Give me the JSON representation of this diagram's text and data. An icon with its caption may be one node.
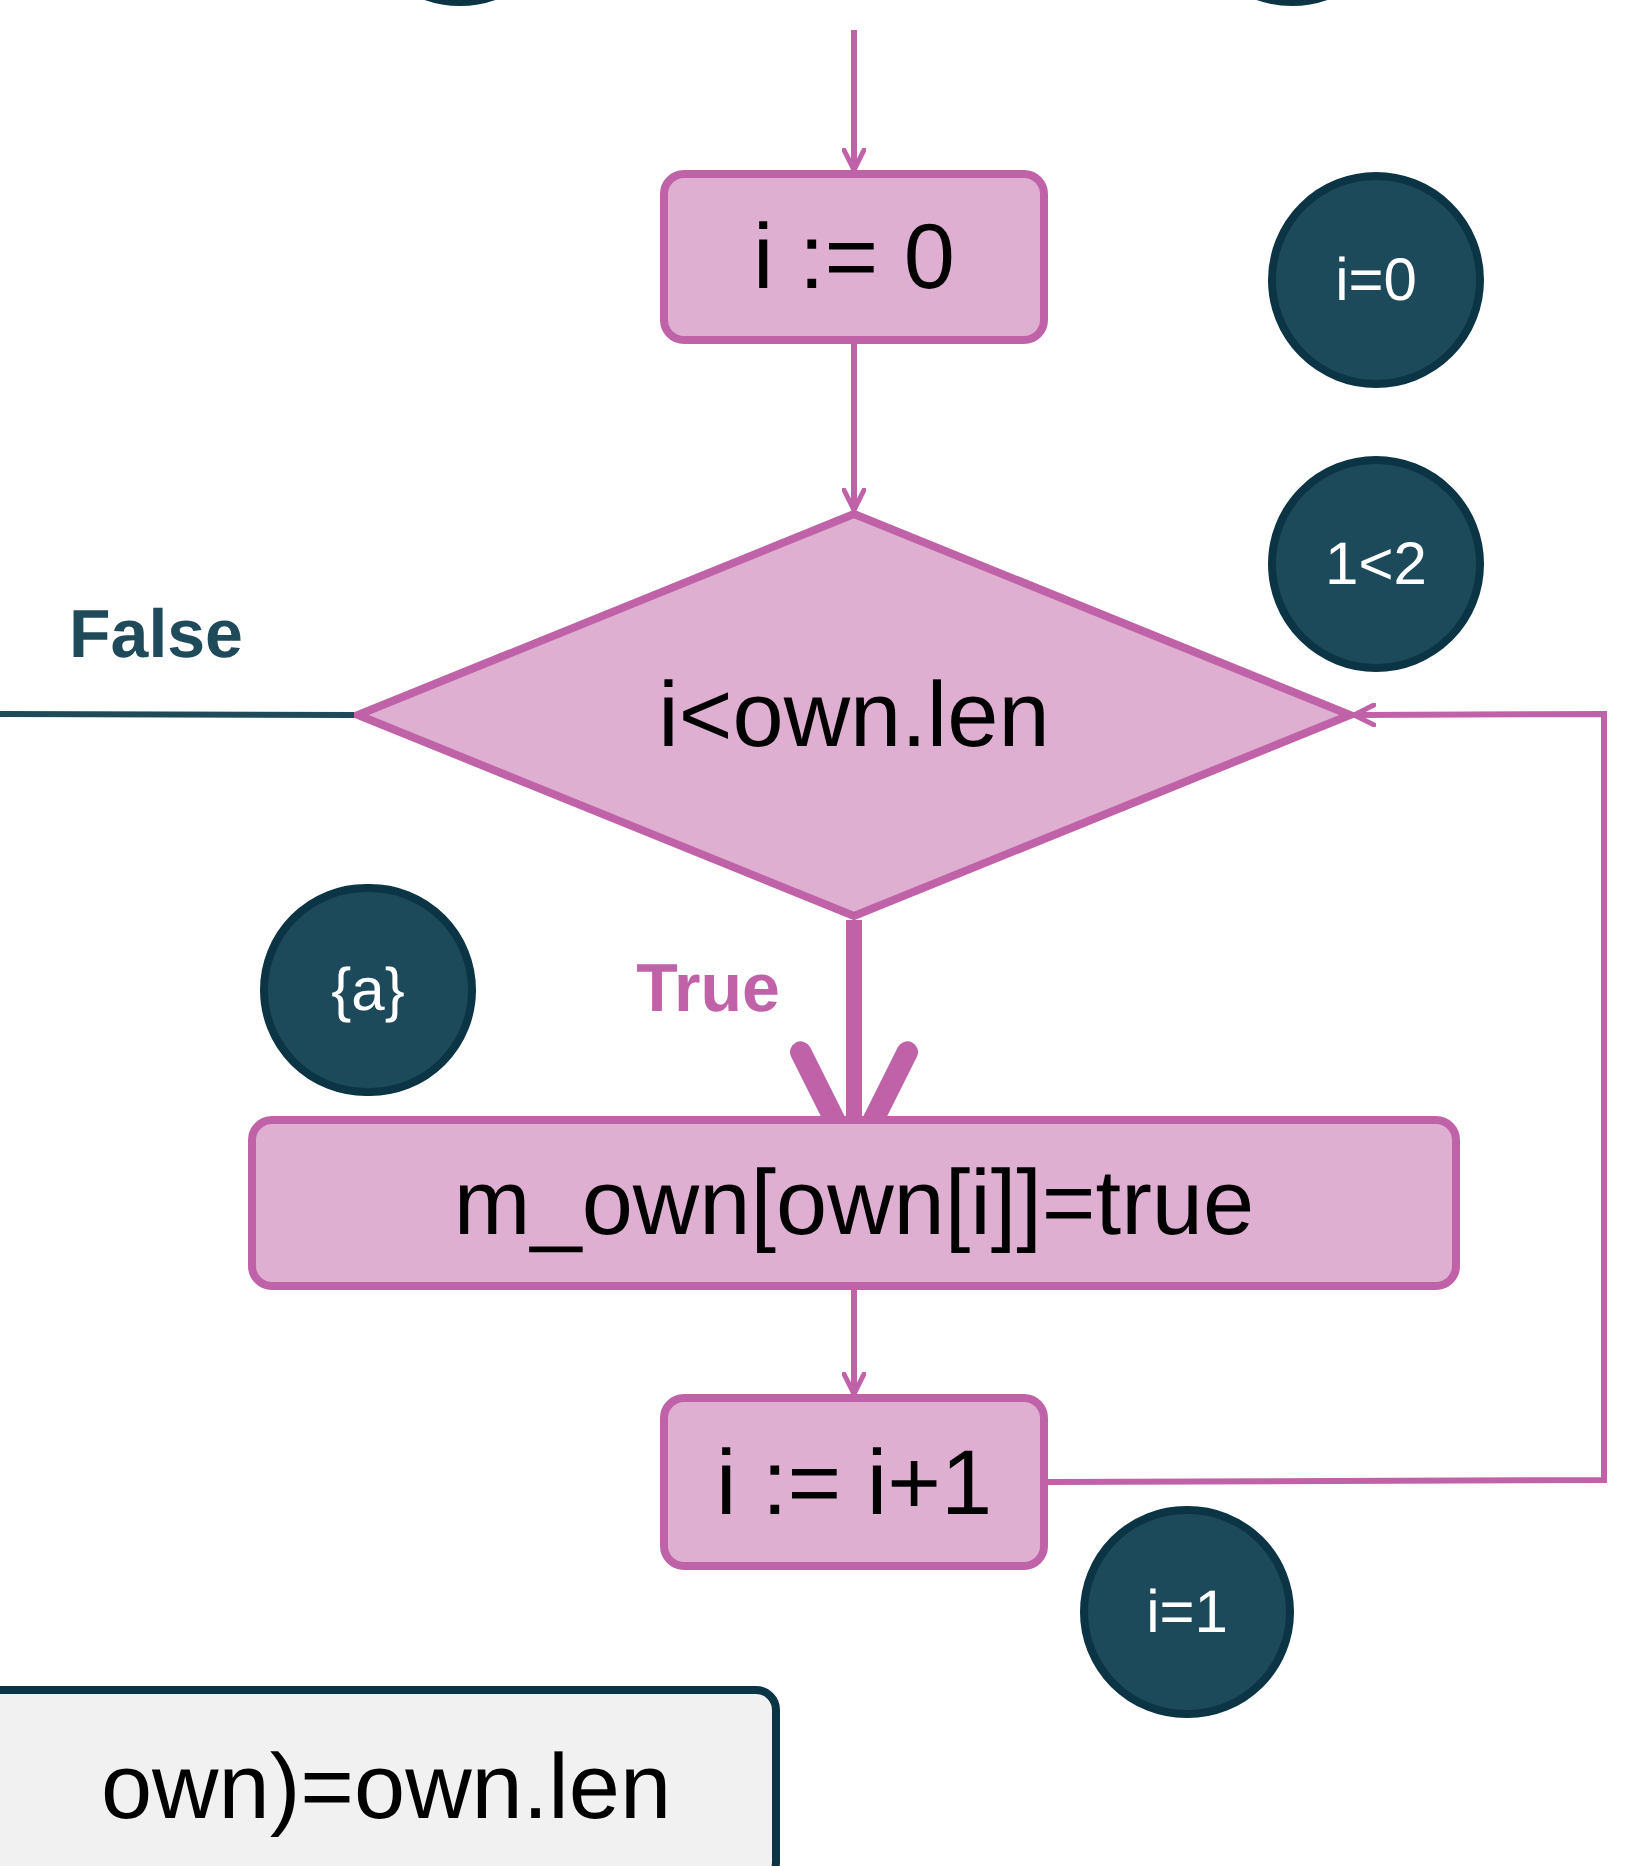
{
  "diagram": {
    "nodes": [
      {
        "text": [],
        "shape": "circle"
      },
      {
        "text": [],
        "shape": "circle"
      },
      {
        "text": [
          "i := 0"
        ]
      },
      {
        "text": [
          "i=0"
        ]
      },
      {
        "text": [
          "i<own.len"
        ]
      },
      {
        "text": [
          "1<2"
        ]
      },
      {
        "text": [
          "{a}"
        ]
      },
      {
        "text": [
          "m_own[own[i]]=true"
        ]
      },
      {
        "text": [
          "i := i+1"
        ]
      },
      {
        "text": [
          "i=1"
        ]
      },
      {
        "text": [
          "own)=own.len"
        ]
      }
    ],
    "edges": [
      {
        "from": null,
        "to": 2,
        "arrow": "to"
      },
      {
        "from": 2,
        "to": 4,
        "arrow": "to"
      },
      {
        "from": 4,
        "to": 7,
        "arrow": "to",
        "label": "True",
        "style": "thick"
      },
      {
        "from": 7,
        "to": 8,
        "arrow": "to"
      },
      {
        "from": 8,
        "to": 4,
        "arrow": "to"
      },
      {
        "from": 4,
        "to": null,
        "arrow": "none",
        "label": "False",
        "color": "#1e4a5a"
      }
    ]
  }
}
